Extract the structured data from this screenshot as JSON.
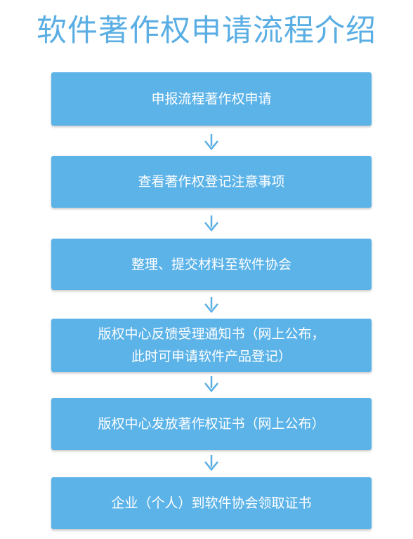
{
  "title": "软件著作权申请流程介绍",
  "colors": {
    "title": "#5aaee3",
    "box": "#5cb3e8",
    "arrow": "#5aaee3",
    "text": "#ffffff"
  },
  "steps": [
    {
      "lines": [
        "申报流程著作权申请"
      ]
    },
    {
      "lines": [
        "查看著作权登记注意事项"
      ]
    },
    {
      "lines": [
        "整理、提交材料至软件协会"
      ]
    },
    {
      "lines": [
        "版权中心反馈受理通知书（网上公布，",
        "此时可申请软件产品登记）"
      ]
    },
    {
      "lines": [
        "版权中心发放著作权证书（网上公布）"
      ]
    },
    {
      "lines": [
        "企业（个人）到软件协会领取证书"
      ]
    }
  ]
}
